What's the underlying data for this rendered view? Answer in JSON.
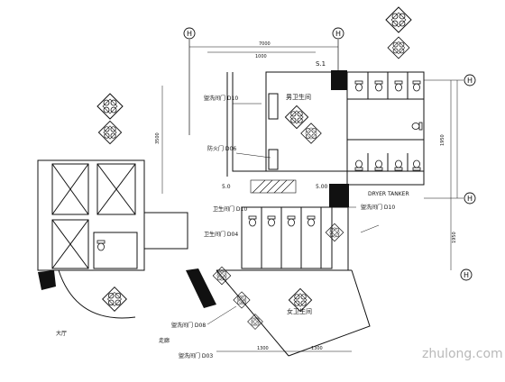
{
  "title": "卫生间平面布置图",
  "colors": {
    "line": "#111111",
    "fill_dark": "#111111",
    "watermark": "#bdbdbd",
    "bg": "#ffffff"
  },
  "axis_labels": {
    "top_left": "H",
    "top_middle": "H",
    "right_top": "H",
    "right_middle": "H",
    "right_bottom": "H"
  },
  "dimensions": {
    "top_overall": "7000",
    "top_segment": "1000",
    "right_segment_a": "1950",
    "right_segment_b": "1950",
    "left_vertical": "3500",
    "bottom_a": "1300",
    "bottom_b": "1300"
  },
  "labels": {
    "mens_area": "男卫生间",
    "womens_area": "女卫生间",
    "fixture_top": "S.1",
    "door_a": "盥洗间门 D10",
    "door_b": "防火门 D06",
    "door_c": "盥洗间门 D10",
    "door_d": "卫生间门 D04",
    "door_e": "盥洗间门 D08",
    "door_f": "盥洗间门 D03",
    "door_g": "卫生间门 D10",
    "dryer_label": "DRYER TANKER",
    "shelf_label": "5.0",
    "dim_right_note": "5.00",
    "lobby": "大厅",
    "lobby_2": "走廊"
  },
  "watermark": "zhulong.com"
}
